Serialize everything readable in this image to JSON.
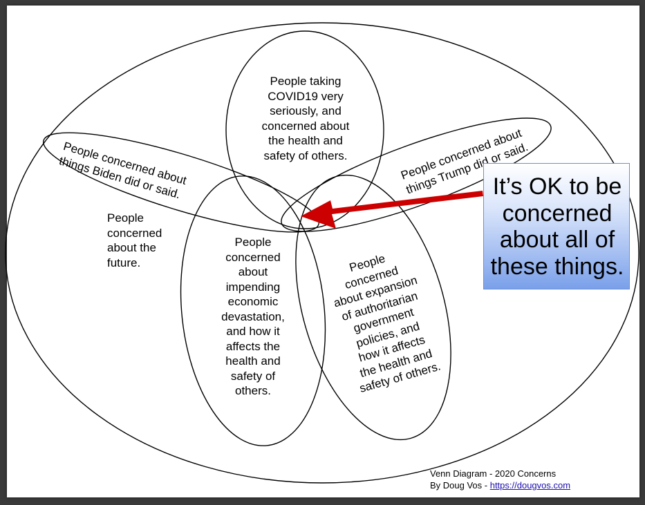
{
  "diagram": {
    "sets": {
      "outer": "People concerned about the future.",
      "covid": "People taking COVID19 very seriously, and concerned about the health and safety of others.",
      "biden": "People concerned about things Biden did or said.",
      "trump": "People concerned about things Trump did or said.",
      "economic": "People concerned about impending economic devastation, and how it affects the health and safety of others.",
      "authoritarian": "People concerned about expansion of authoritarian government policies, and how it affects the health and safety of others."
    },
    "lines": {
      "outer": "People\nconcerned\nabout the\nfuture.",
      "covid": "People taking\nCOVID19 very\nseriously, and\nconcerned about\nthe health and\nsafety of others.",
      "biden": "People concerned about\nthings Biden did or said.",
      "trump": "People concerned about\nthings Trump did or said.",
      "economic": "People\nconcerned\nabout\nimpending\neconomic\ndevastation,\nand how it\naffects the\nhealth and\nsafety of\nothers.",
      "authoritarian": "People\nconcerned\nabout expansion\nof authoritarian\ngovernment\npolicies, and\nhow it affects\nthe health and\nsafety of others."
    }
  },
  "callout": {
    "text": "It’s OK to be\nconcerned\nabout all of\nthese things."
  },
  "footer": {
    "line1": "Venn Diagram -  2020 Concerns",
    "line2_prefix": "By Doug Vos - ",
    "link": "https://dougvos.com"
  },
  "colors": {
    "arrow": "#cc0000",
    "callout_bottom": "#7aa0ea",
    "background": "#3a3a3a",
    "sheet": "#ffffff"
  }
}
